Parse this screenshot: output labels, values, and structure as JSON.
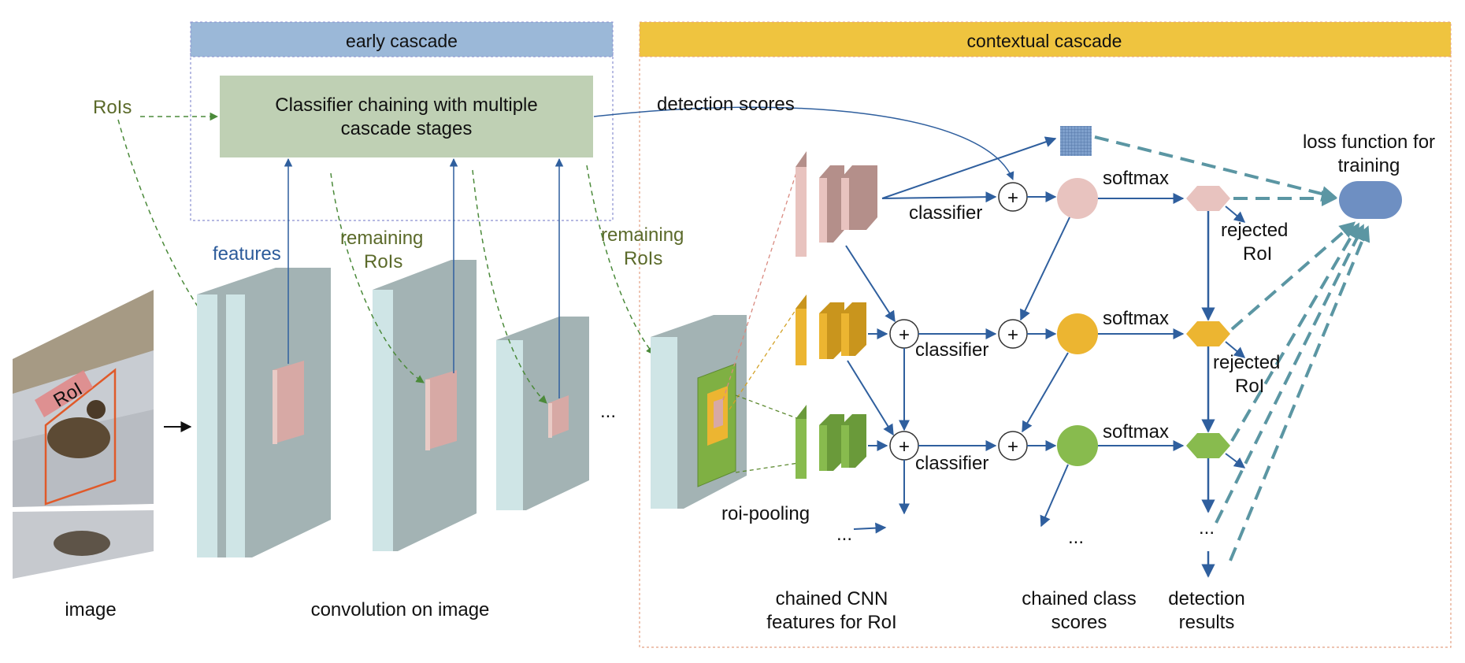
{
  "colors": {
    "early_header": "#9bb8d8",
    "context_header": "#efc43f",
    "classifier_box": "#bfd0b4",
    "feature_map": "#a3b3b4",
    "feature_front": "#cfe5e6",
    "roi_patch": "#d7a9a5",
    "pink_stage": "#e8c3bf",
    "orange_stage": "#ecb531",
    "green_stage": "#88bb4e",
    "loss_node": "#6e8fc2",
    "arrow_blue": "#2f5f9e",
    "arrow_teal": "#5b96a3",
    "dashed_green": "#4b8a3a",
    "olive_text": "#5b6a2a"
  },
  "headers": {
    "early": "early cascade",
    "contextual": "contextual cascade"
  },
  "classifier_box": {
    "line1": "Classifier chaining with multiple",
    "line2": "cascade stages"
  },
  "labels": {
    "rois": "RoIs",
    "features": "features",
    "remaining1_l1": "remaining",
    "remaining1_l2": "RoIs",
    "remaining2_l1": "remaining",
    "remaining2_l2": "RoIs",
    "detection_scores": "detection scores",
    "roi_tag": "RoI",
    "ellipsis_conv": "...",
    "roi_pooling": "roi-pooling",
    "ellipsis_pool": "...",
    "ellipsis_scores": "...",
    "ellipsis_results": "...",
    "classifier1": "classifier",
    "classifier2": "classifier",
    "classifier3": "classifier",
    "softmax1": "softmax",
    "softmax2": "softmax",
    "softmax3": "softmax",
    "rejected1_l1": "rejected",
    "rejected1_l2": "RoI",
    "rejected2_l1": "rejected",
    "rejected2_l2": "RoI",
    "loss_l1": "loss function for",
    "loss_l2": "training",
    "plus": "+"
  },
  "captions": {
    "image": "image",
    "convolution": "convolution on image",
    "chained_cnn_l1": "chained CNN",
    "chained_cnn_l2": "features for RoI",
    "chained_scores_l1": "chained class",
    "chained_scores_l2": "scores",
    "detection_l1": "detection",
    "detection_l2": "results"
  }
}
